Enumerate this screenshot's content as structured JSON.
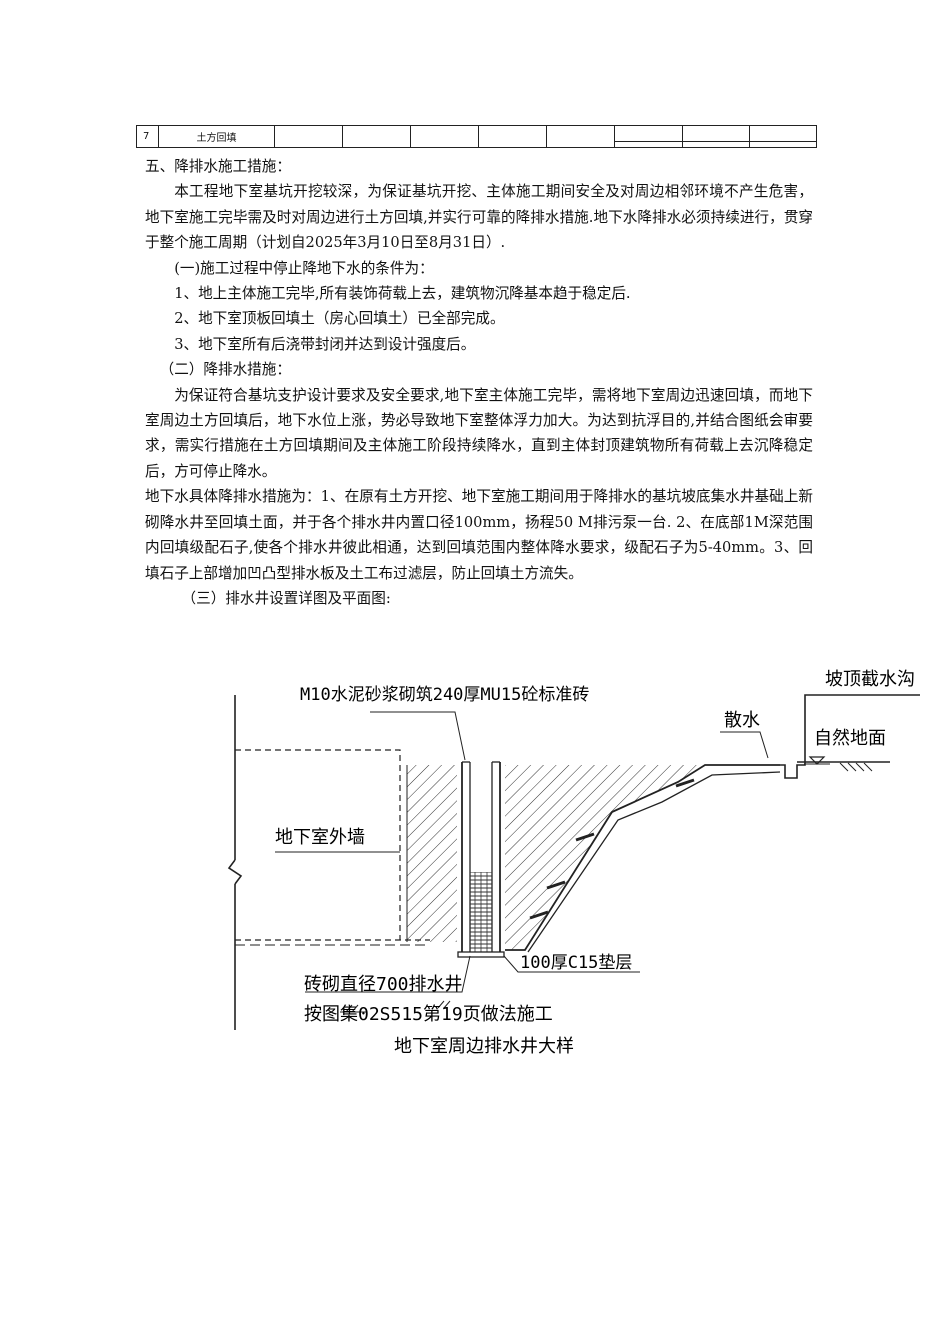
{
  "table": {
    "row_no": "7",
    "row_item": "土方回填"
  },
  "section": {
    "heading": "五、降排水施工措施：",
    "intro": "本工程地下室基坑开挖较深，为保证基坑开挖、主体施工期间安全及对周边相邻环境不产生危害，地下室施工完毕需及时对周边进行土方回填,并实行可靠的降排水措施.地下水降排水必须持续进行，贯穿于整个施工周期（计划自2025年3月10日至8月31日）.",
    "sub1_title": "(一)施工过程中停止降地下水的条件为：",
    "sub1_items": [
      "1、地上主体施工完毕,所有装饰荷载上去，建筑物沉降基本趋于稳定后.",
      "2、地下室顶板回填土（房心回填土）已全部完成。",
      "3、地下室所有后浇带封闭并达到设计强度后。"
    ],
    "sub2_title": "（二）降排水措施：",
    "sub2_para": "为保证符合基坑支护设计要求及安全要求,地下室主体施工完毕，需将地下室周边迅速回填，而地下室周边土方回填后，地下水位上涨，势必导致地下室整体浮力加大。为达到抗浮目的,并结合图纸会审要求，需实行措施在土方回填期间及主体施工阶段持续降水，直到主体封顶建筑物所有荷载上去沉降稳定后，方可停止降水。",
    "sub2_detail": "地下水具体降排水措施为：1、在原有土方开挖、地下室施工期间用于降排水的基坑坡底集水井基础上新砌降水井至回填土面，并于各个排水井内置口径100mm，扬程50 M排污泵一台.  2、在底部1M深范围内回填级配石子,使各个排水井彼此相通，达到回填范围内整体降水要求，级配石子为5-40mm。3、回填石子上部增加凹凸型排水板及土工布过滤层，防止回填土方流失。",
    "sub3_title": "（三）排水井设置详图及平面图:"
  },
  "diagram": {
    "label_wall_material": "M10水泥砂浆砌筑240厚MU15砼标准砖",
    "label_ditch": "坡顶截水沟",
    "label_apron": "散水",
    "label_ground": "自然地面",
    "label_basement_wall": "地下室外墙",
    "label_cushion": "100厚C15垫层",
    "label_well": "砖砌直径700排水井",
    "label_standard": "按图集02S515第19页做法施工",
    "caption": "地下室周边排水井大样"
  }
}
